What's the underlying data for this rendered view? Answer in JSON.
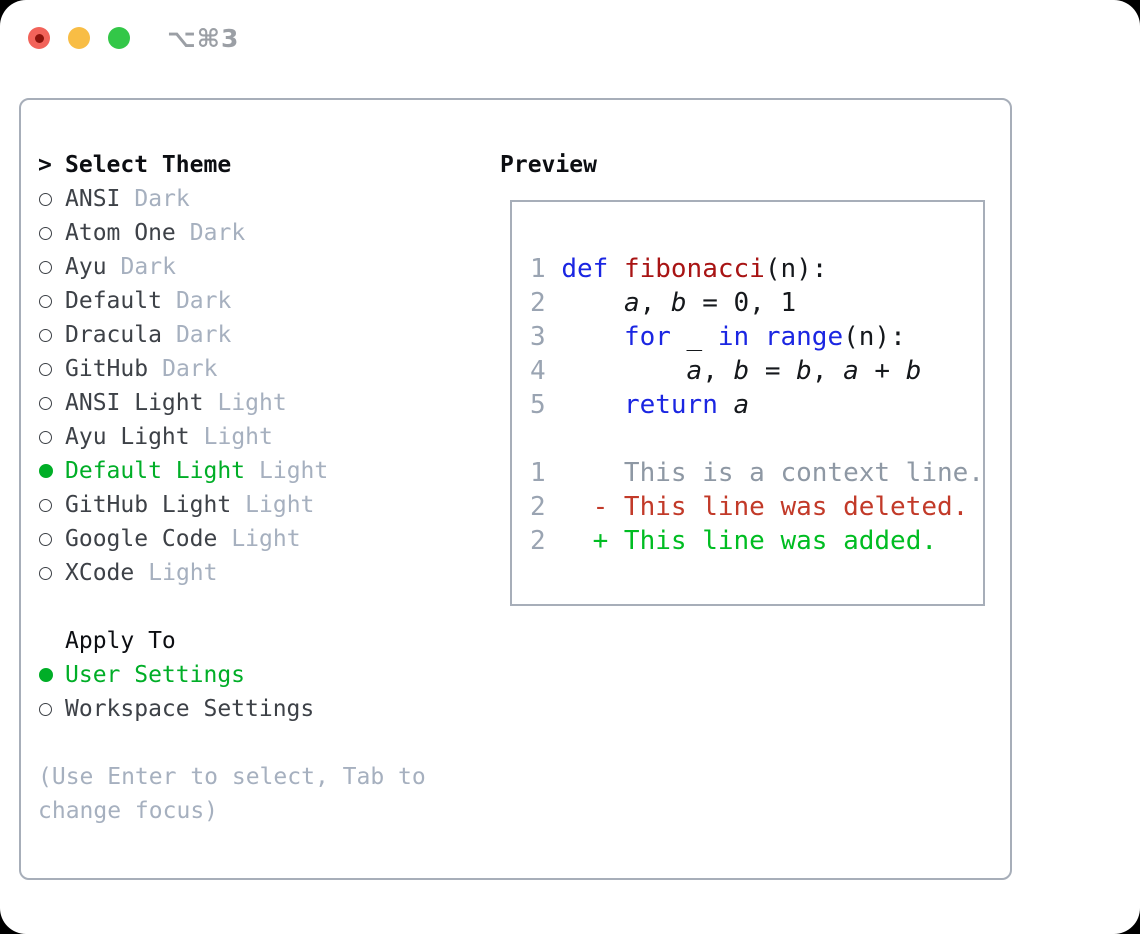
{
  "titlebar": {
    "shortcut": "⌥⌘3"
  },
  "colors": {
    "accent_green": "#00ae27",
    "added_green": "#00bd22",
    "deleted_red": "#c23a29",
    "keyword_blue": "#1b26e2",
    "function_red": "#a81414",
    "line_number_gray": "#9aa4b2",
    "context_gray": "#8e98a4",
    "muted_gray": "#a6b0bf",
    "text_dark": "#3d4147",
    "heading_black": "#0c0e12",
    "border_gray": "#a7aeb9",
    "code_text": "#15181c",
    "titlebar_gray": "#9b9fa5",
    "traffic_red": "#f2635a",
    "traffic_red_dot": "#8c130c",
    "traffic_yellow": "#f8bd45",
    "traffic_green": "#33c748"
  },
  "theme_selector": {
    "header_marker": ">",
    "header": "Select Theme",
    "items": [
      {
        "name": "ANSI",
        "variant": "Dark",
        "selected": false
      },
      {
        "name": "Atom One",
        "variant": "Dark",
        "selected": false
      },
      {
        "name": "Ayu",
        "variant": "Dark",
        "selected": false
      },
      {
        "name": "Default",
        "variant": "Dark",
        "selected": false
      },
      {
        "name": "Dracula",
        "variant": "Dark",
        "selected": false
      },
      {
        "name": "GitHub",
        "variant": "Dark",
        "selected": false
      },
      {
        "name": "ANSI Light",
        "variant": "Light",
        "selected": false
      },
      {
        "name": "Ayu Light",
        "variant": "Light",
        "selected": false
      },
      {
        "name": "Default Light",
        "variant": "Light",
        "selected": true
      },
      {
        "name": "GitHub Light",
        "variant": "Light",
        "selected": false
      },
      {
        "name": "Google Code",
        "variant": "Light",
        "selected": false
      },
      {
        "name": "XCode",
        "variant": "Light",
        "selected": false
      }
    ]
  },
  "apply_to": {
    "header": "Apply To",
    "options": [
      {
        "name": "User Settings",
        "selected": true
      },
      {
        "name": "Workspace Settings",
        "selected": false
      }
    ]
  },
  "hint": {
    "text": "(Use Enter to select, Tab to change focus)"
  },
  "preview": {
    "title": "Preview",
    "lines": [
      {
        "num": "1",
        "segments": [
          {
            "t": "def",
            "c": "kw"
          },
          {
            "t": " "
          },
          {
            "t": "fibonacci",
            "c": "fn"
          },
          {
            "t": "(n):"
          }
        ]
      },
      {
        "num": "2",
        "segments": [
          {
            "t": "    "
          },
          {
            "t": "a",
            "c": "var"
          },
          {
            "t": ", "
          },
          {
            "t": "b",
            "c": "var"
          },
          {
            "t": " = 0, 1"
          }
        ]
      },
      {
        "num": "3",
        "segments": [
          {
            "t": "    "
          },
          {
            "t": "for",
            "c": "kw"
          },
          {
            "t": " _ "
          },
          {
            "t": "in",
            "c": "kw"
          },
          {
            "t": " "
          },
          {
            "t": "range",
            "c": "kw"
          },
          {
            "t": "(n):"
          }
        ]
      },
      {
        "num": "4",
        "segments": [
          {
            "t": "        "
          },
          {
            "t": "a",
            "c": "var"
          },
          {
            "t": ", "
          },
          {
            "t": "b",
            "c": "var"
          },
          {
            "t": " = "
          },
          {
            "t": "b",
            "c": "var"
          },
          {
            "t": ", "
          },
          {
            "t": "a",
            "c": "var"
          },
          {
            "t": " + "
          },
          {
            "t": "b",
            "c": "var"
          }
        ]
      },
      {
        "num": "5",
        "segments": [
          {
            "t": "    "
          },
          {
            "t": "return",
            "c": "kw"
          },
          {
            "t": " "
          },
          {
            "t": "a",
            "c": "var"
          }
        ]
      },
      {
        "num": "",
        "segments": []
      },
      {
        "num": "1",
        "segments": [
          {
            "t": "    This is a context line.",
            "c": "ctx"
          }
        ]
      },
      {
        "num": "2",
        "segments": [
          {
            "t": "  "
          },
          {
            "t": "- This line was deleted.",
            "c": "del"
          }
        ]
      },
      {
        "num": "2",
        "segments": [
          {
            "t": "  "
          },
          {
            "t": "+ This line was added.",
            "c": "add"
          }
        ]
      }
    ]
  }
}
